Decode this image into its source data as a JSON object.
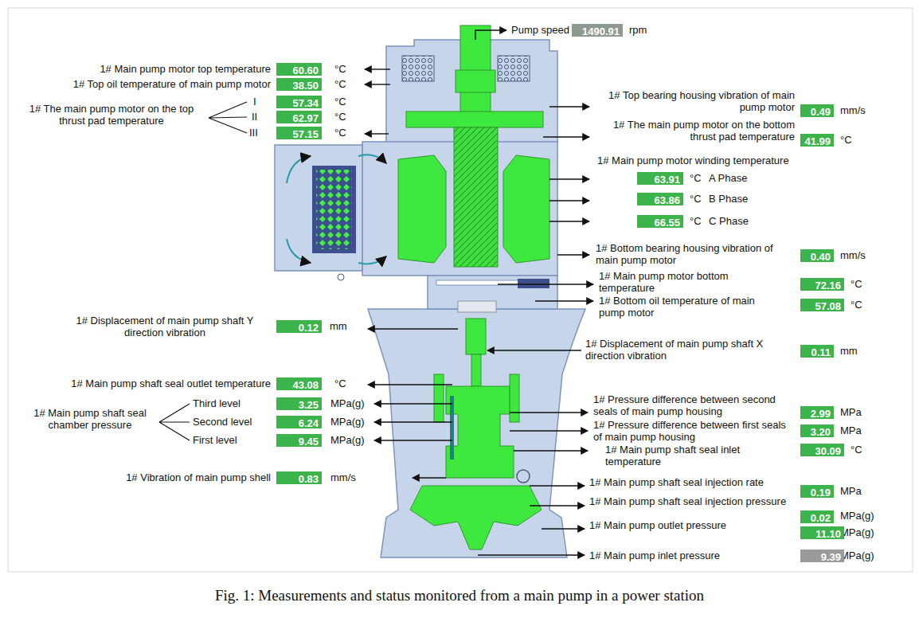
{
  "diagram": {
    "caption": "Fig. 1: Measurements and status monitored from a main pump in a power station",
    "nodes": [
      {
        "text": [
          "1490.91"
        ]
      },
      {
        "text": [
          "60.60"
        ]
      },
      {
        "text": [
          "38.50"
        ]
      },
      {
        "text": [
          "57.34"
        ]
      },
      {
        "text": [
          "62.97"
        ]
      },
      {
        "text": [
          "57.15"
        ]
      },
      {
        "text": [
          "0.49"
        ]
      },
      {
        "text": [
          "41.99"
        ]
      },
      {
        "text": [
          "63.91"
        ]
      },
      {
        "text": [
          "63.86"
        ]
      },
      {
        "text": [
          "66.55"
        ]
      },
      {
        "text": [
          "0.40"
        ]
      },
      {
        "text": [
          "72.16"
        ]
      },
      {
        "text": [
          "57.08"
        ]
      },
      {
        "text": [
          "0.12"
        ]
      },
      {
        "text": [
          "0.11"
        ]
      },
      {
        "text": [
          "43.08"
        ]
      },
      {
        "text": [
          "3.25"
        ]
      },
      {
        "text": [
          "6.24"
        ]
      },
      {
        "text": [
          "9.45"
        ]
      },
      {
        "text": [
          "2.99"
        ]
      },
      {
        "text": [
          "3.20"
        ]
      },
      {
        "text": [
          "30.09"
        ]
      },
      {
        "text": [
          "0.83"
        ]
      },
      {
        "text": [
          "0.19"
        ]
      },
      {
        "text": [
          "0.02"
        ]
      },
      {
        "text": [
          "11.10"
        ]
      },
      {
        "text": [
          "9.39"
        ]
      }
    ],
    "labels": [
      "Pump speed",
      "rpm",
      "1# Main pump motor top temperature",
      "°C",
      "1# Top oil temperature of main pump motor",
      "°C",
      "1# The main pump motor on the top thrust pad temperature",
      "I",
      "°C",
      "II",
      "°C",
      "III",
      "°C",
      "1# Top bearing housing vibration of main pump motor",
      "mm/s",
      "1# The main pump motor on the bottom thrust pad temperature",
      "°C",
      "1# Main pump motor winding temperature",
      "°C",
      "A Phase",
      "°C",
      "B Phase",
      "°C",
      "C Phase",
      "1# Bottom bearing housing vibration of main pump motor",
      "mm/s",
      "1# Main pump motor bottom temperature",
      "°C",
      "1# Bottom oil temperature of main pump motor",
      "°C",
      "1# Displacement of main pump shaft Y direction vibration",
      "mm",
      "1# Displacement of main pump shaft X direction vibration",
      "mm",
      "1# Main pump shaft seal outlet temperature",
      "°C",
      "1# Main pump shaft seal chamber pressure",
      "Third level",
      "MPa(g)",
      "Second level",
      "MPa(g)",
      "First level",
      "MPa(g)",
      "1# Pressure difference between second seals of main pump housing",
      "MPa",
      "1# Pressure difference between first seals of main pump housing",
      "MPa",
      "1# Main pump shaft seal inlet temperature",
      "°C",
      "1# Vibration of main pump shell",
      "mm/s",
      "1# Main pump shaft seal injection rate",
      "MPa",
      "1# Main pump shaft seal injection pressure",
      "MPa(g)",
      "1# Main pump outlet pressure",
      "MPa(g)",
      "1# Main pump inlet pressure",
      "MPa(g)"
    ]
  }
}
